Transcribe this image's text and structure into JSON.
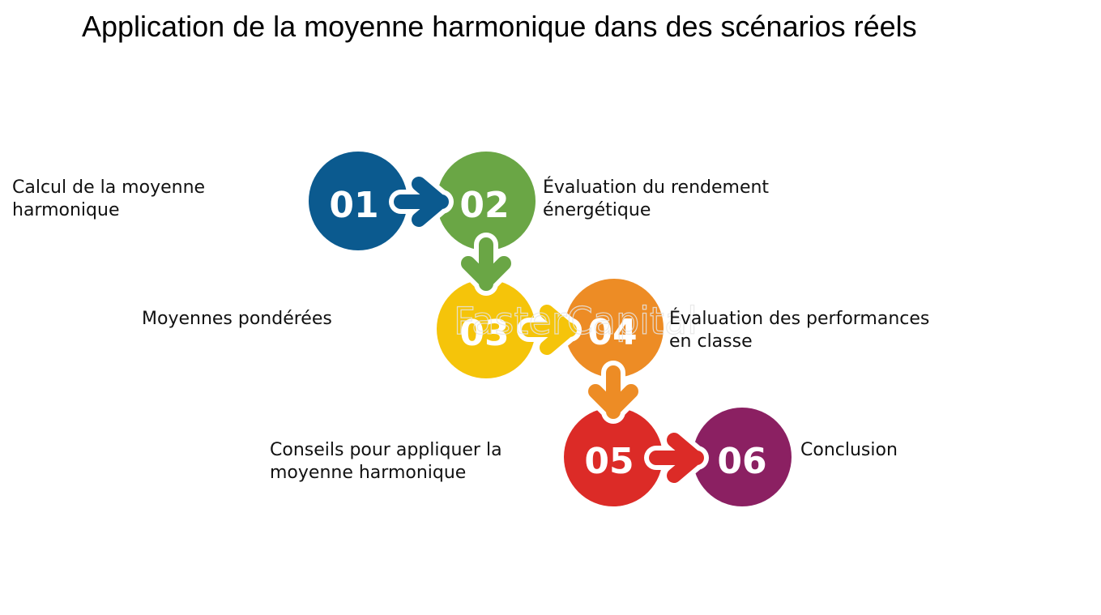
{
  "title": "Application de la moyenne harmonique dans des scénarios réels",
  "watermark": "FasterCapital",
  "colors": {
    "step1": "#0b5a8f",
    "step2": "#6aa645",
    "step3": "#f5c40a",
    "step4": "#ed8c25",
    "step5": "#dc2b27",
    "step6": "#8b2062"
  },
  "steps": [
    {
      "number": "01",
      "label_line1": "Calcul de la moyenne",
      "label_line2": "harmonique"
    },
    {
      "number": "02",
      "label_line1": "Évaluation du rendement",
      "label_line2": "énergétique"
    },
    {
      "number": "03",
      "label_line1": "Moyennes pondérées",
      "label_line2": ""
    },
    {
      "number": "04",
      "label_line1": "Évaluation des performances",
      "label_line2": "en classe"
    },
    {
      "number": "05",
      "label_line1": "Conseils pour appliquer la",
      "label_line2": "moyenne harmonique"
    },
    {
      "number": "06",
      "label_line1": "Conclusion",
      "label_line2": ""
    }
  ]
}
